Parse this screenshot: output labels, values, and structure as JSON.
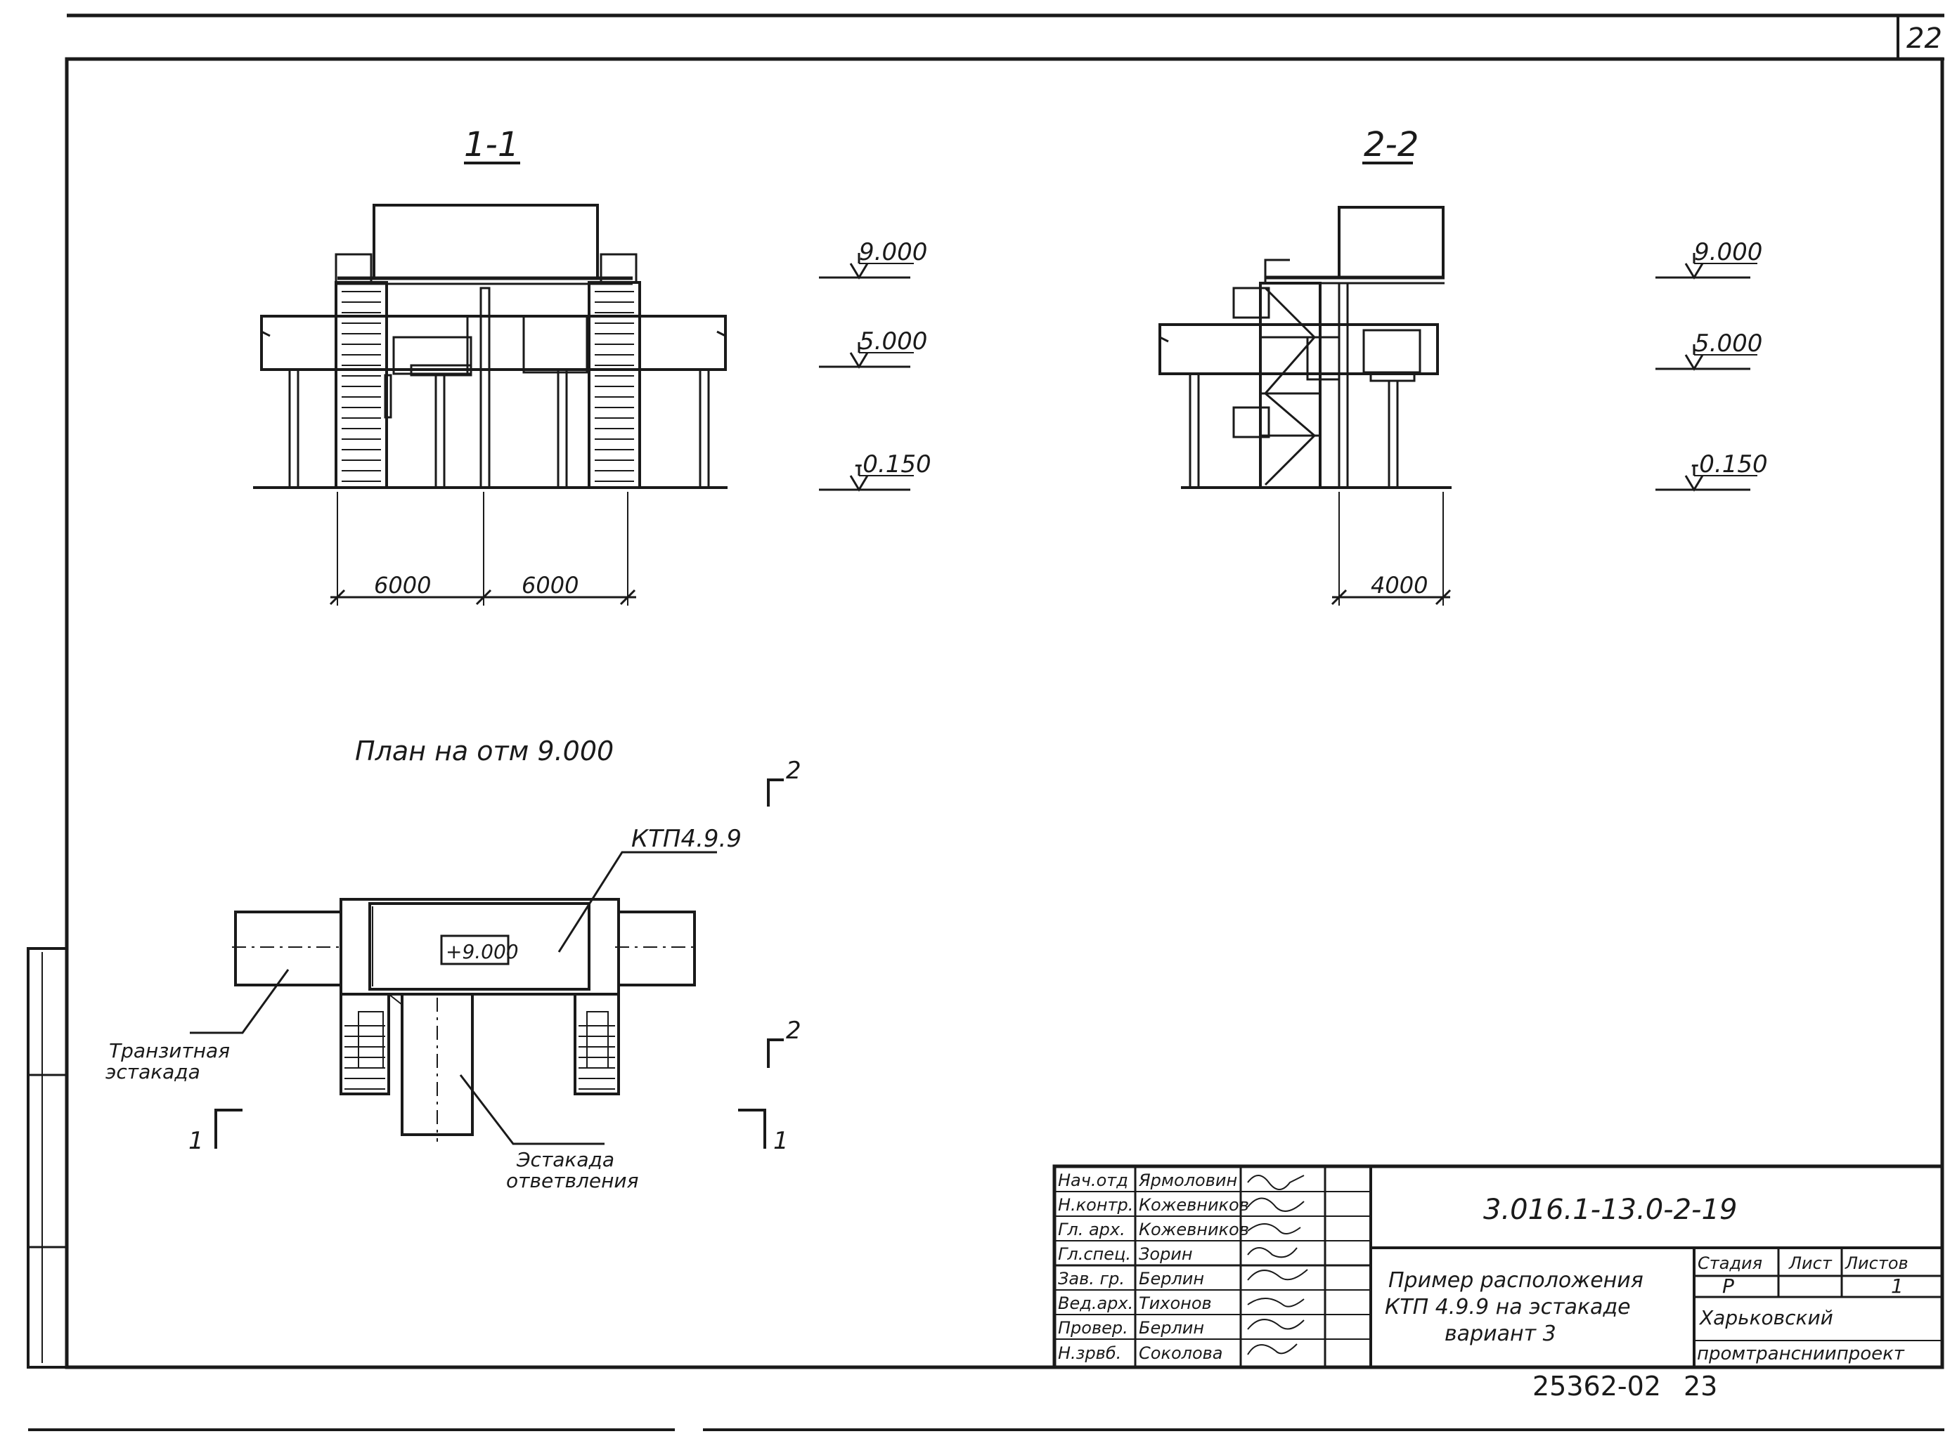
{
  "sheet": {
    "number": "22",
    "stamp_number": "25362-02",
    "stamp_page": "23"
  },
  "section_1": {
    "title": "1-1",
    "dims": [
      "6000",
      "6000"
    ],
    "levels": [
      "9.000",
      "5.000",
      "-0.150"
    ]
  },
  "section_2": {
    "title": "2-2",
    "dims": [
      "4000"
    ],
    "levels": [
      "9.000",
      "5.000",
      "-0.150"
    ]
  },
  "plan": {
    "title": "План на отм 9.000",
    "ktp_label": "КТП4.9.9",
    "mark": "+9.000",
    "transit_label": [
      "Транзитная",
      "эстакада"
    ],
    "branch_label": [
      "Эстакада",
      "ответвления"
    ],
    "cut_2": "2",
    "cut_1": "1"
  },
  "title_block": {
    "roles": [
      "Нач.отд",
      "Н.контр.",
      "Гл. арх.",
      "Гл.спец.",
      "Зав. гр.",
      "Вед.арх.",
      "Провер.",
      "Н.зрвб."
    ],
    "names": [
      "Ярмоловин",
      "Кожевников",
      "Кожевников",
      "Зорин",
      "Берлин",
      "Тихонов",
      "Берлин",
      "Соколова"
    ],
    "code": "3.016.1-13.0-2-19",
    "title_lines": [
      "Пример расположения",
      "КТП 4.9.9 на эстакаде",
      "вариант 3"
    ],
    "col_headers": [
      "Стадия",
      "Лист",
      "Листов"
    ],
    "col_values": [
      "Р",
      "",
      "1"
    ],
    "org_lines": [
      "Харьковский",
      "промтрансниипроект"
    ]
  }
}
